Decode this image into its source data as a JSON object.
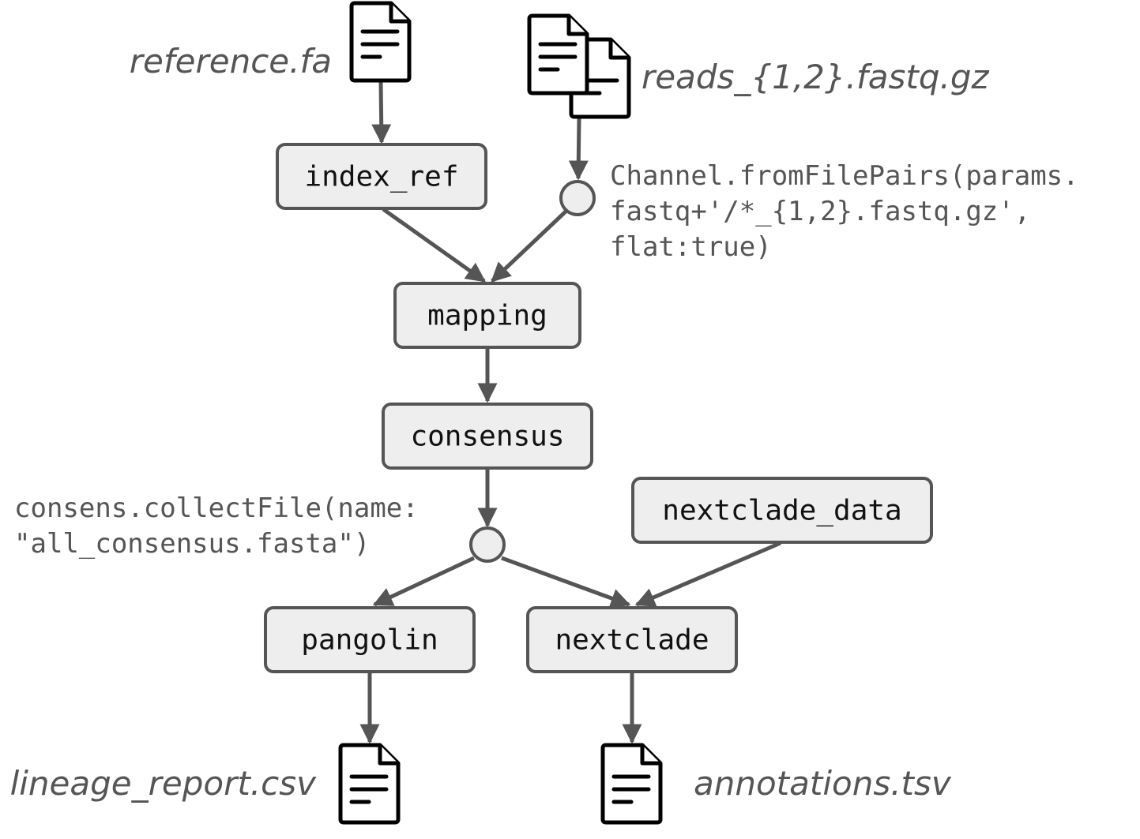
{
  "colors": {
    "edge": "#555555",
    "node_fill": "#eeeeee",
    "node_stroke": "#555555",
    "node_text": "#111111",
    "label_text": "#555555",
    "file_icon": "#000000"
  },
  "files": {
    "reference": "reference.fa",
    "reads": "reads_{1,2}.fastq.gz",
    "lineage": "lineage_report.csv",
    "annotations": "annotations.tsv"
  },
  "processes": {
    "index_ref": "index_ref",
    "mapping": "mapping",
    "consensus": "consensus",
    "nextclade_data": "nextclade_data",
    "pangolin": "pangolin",
    "nextclade": "nextclade"
  },
  "channels": {
    "from_file_pairs": [
      "Channel.fromFilePairs(params.",
      "fastq+'/*_{1,2}.fastq.gz',",
      "flat:true)"
    ],
    "collect_file": [
      "consens.collectFile(name:",
      "\"all_consensus.fasta\")"
    ]
  },
  "icons": {
    "file": "file-icon",
    "multi_file": "multi-file-icon",
    "junction": "channel-junction-icon"
  }
}
